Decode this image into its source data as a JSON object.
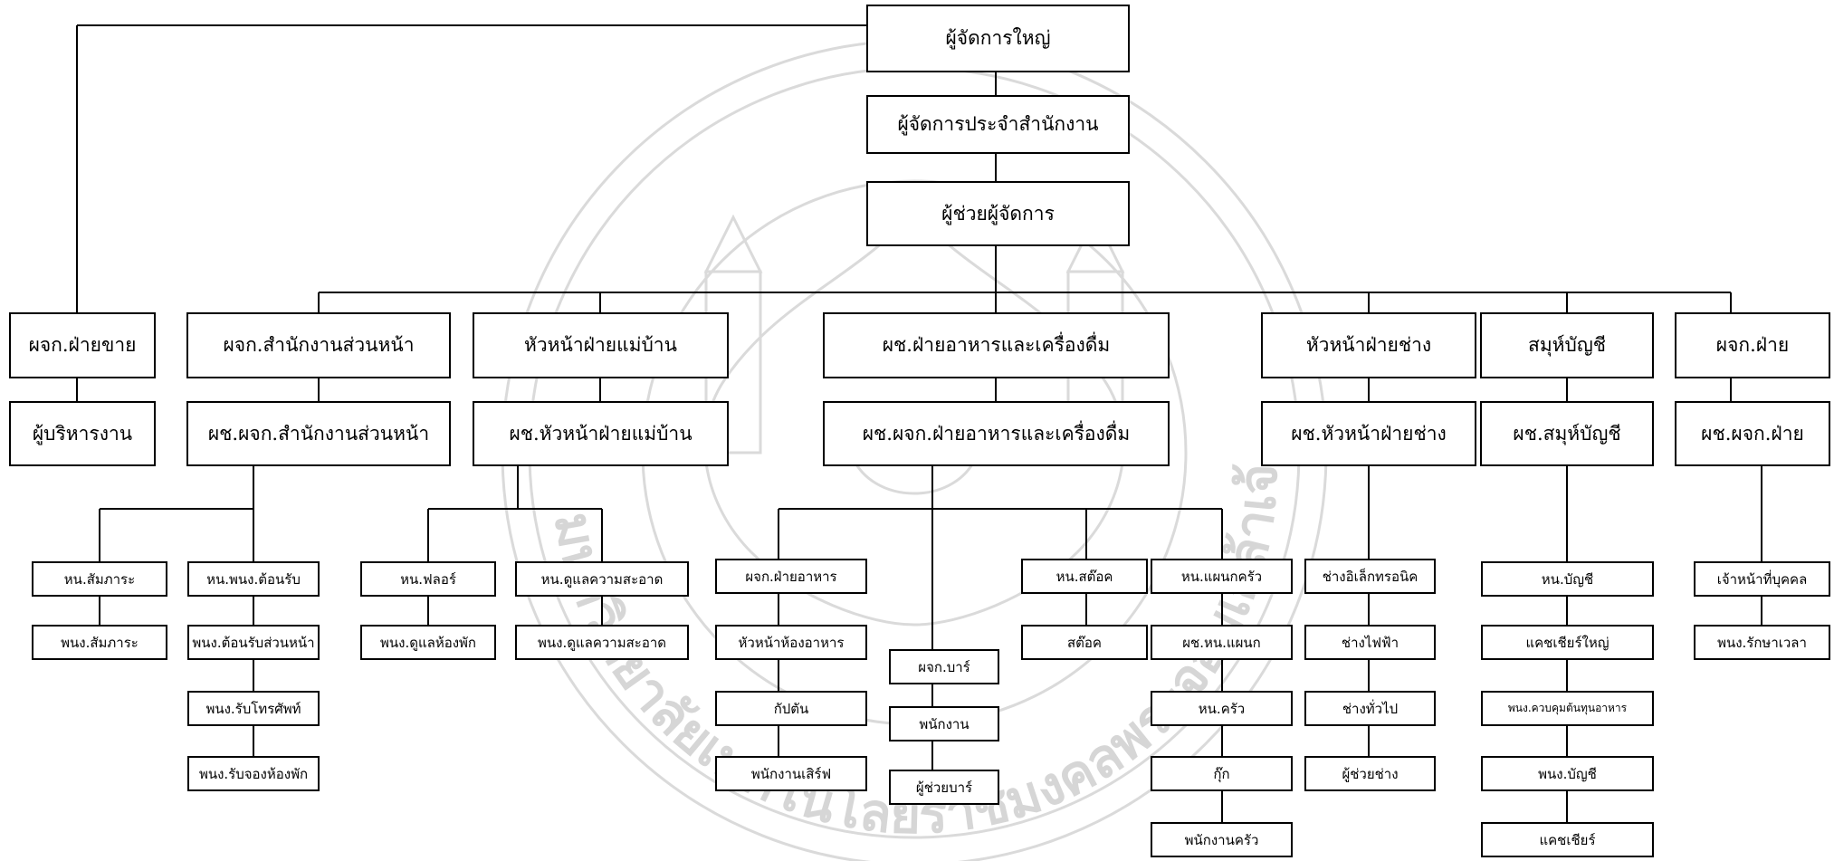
{
  "nodes": {
    "gm": "ผู้จัดการใหญ่",
    "office_mgr": "ผู้จัดการประจำสำนักงาน",
    "asst_mgr": "ผู้ช่วยผู้จัดการ",
    "sales": {
      "head": "ผจก.ฝ่ายขาย",
      "sub": "ผู้บริหารงาน"
    },
    "front": {
      "head": "ผจก.สำนักงานส่วนหน้า",
      "sub": "ผช.ผจก.สำนักงานส่วนหน้า",
      "a1": "หน.สัมภาระ",
      "a2": "พนง.สัมภาระ",
      "b1": "หน.พนง.ต้อนรับ",
      "b2": "พนง.ต้อนรับส่วนหน้า",
      "b3": "พนง.รับโทรศัพท์",
      "b4": "พนง.รับจองห้องพัก"
    },
    "house": {
      "head": "หัวหน้าฝ่ายแม่บ้าน",
      "sub": "ผช.หัวหน้าฝ่ายแม่บ้าน",
      "a1": "หน.ฟลอร์",
      "a2": "พนง.ดูแลห้องพัก",
      "b1": "หน.ดูแลความสะอาด",
      "b2": "พนง.ดูแลความสะอาด"
    },
    "fb": {
      "head": "ผช.ฝ่ายอาหารและเครื่องดื่ม",
      "sub": "ผช.ผจก.ฝ่ายอาหารและเครื่องดื่ม",
      "r1": "ผจก.ฝ่ายอาหาร",
      "r2": "หัวหน้าห้องอาหาร",
      "r3": "กัปตัน",
      "r4": "พนักงานเสิร์ฟ",
      "bar1": "ผจก.บาร์",
      "bar2": "พนักงาน",
      "bar3": "ผู้ช่วยบาร์",
      "st1": "หน.สต๊อค",
      "st2": "สต๊อค",
      "k1": "หน.แผนกครัว",
      "k2": "ผช.หน.แผนก",
      "k3": "หน.ครัว",
      "k4": "กุ๊ก",
      "k5": "พนักงานครัว"
    },
    "eng": {
      "head": "หัวหน้าฝ่ายช่าง",
      "sub": "ผช.หัวหน้าฝ่ายช่าง",
      "c1": "ช่างอิเล็กทรอนิค",
      "c2": "ช่างไฟฟ้า",
      "c3": "ช่างทั่วไป",
      "c4": "ผู้ช่วยช่าง"
    },
    "acc": {
      "head": "สมุห์บัญชี",
      "sub": "ผช.สมุห์บัญชี",
      "c1": "หน.บัญชี",
      "c2": "แคชเชียร์ใหญ่",
      "c3": "พนง.ควบคุมต้นทุนอาหาร",
      "c4": "พนง.บัญชี",
      "c5": "แคชเชียร์"
    },
    "hr": {
      "head": "ผจก.ฝ่าย",
      "sub": "ผช.ผจก.ฝ่าย",
      "c1": "เจ้าหน้าที่บุคคล",
      "c2": "พนง.รักษาเวลา"
    }
  },
  "watermark": {
    "text": "มหาวิทยาลัยเทคโนโลยีราชมงคลพระจอมเกล้าเจ้าคุณทหารลาดกระบัง",
    "color": "#d4d4d4"
  }
}
